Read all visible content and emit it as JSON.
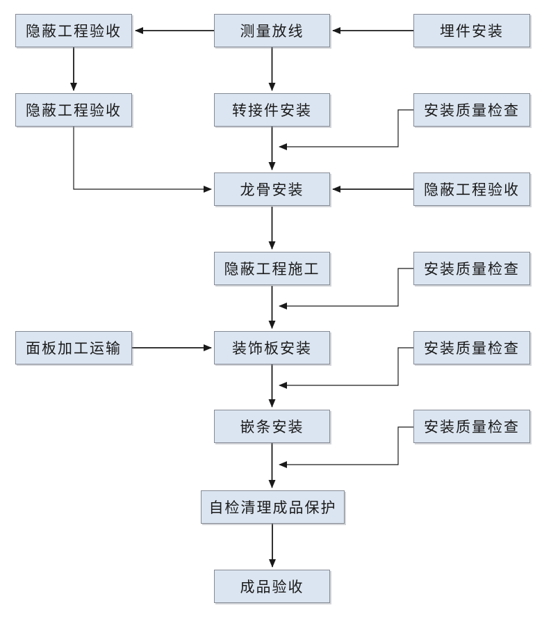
{
  "diagram": {
    "type": "flowchart",
    "title": "curtain-wall installation process flowchart",
    "colors": {
      "background": "#ffffff",
      "node_fill": "#dbe5f1",
      "node_border": "#848a94",
      "line": "#1a1a1a"
    },
    "nodes": [
      {
        "id": "hidden-work-acceptance-1",
        "label": "隐蔽工程验收"
      },
      {
        "id": "measure-layout",
        "label": "测量放线"
      },
      {
        "id": "embedded-parts-install",
        "label": "埋件安装"
      },
      {
        "id": "hidden-work-acceptance-2",
        "label": "隐蔽工程验收"
      },
      {
        "id": "adapter-install",
        "label": "转接件安装"
      },
      {
        "id": "install-quality-check-1",
        "label": "安装质量检查"
      },
      {
        "id": "keel-install",
        "label": "龙骨安装"
      },
      {
        "id": "hidden-work-acceptance-3",
        "label": "隐蔽工程验收"
      },
      {
        "id": "hidden-work-construction",
        "label": "隐蔽工程施工"
      },
      {
        "id": "install-quality-check-2",
        "label": "安装质量检查"
      },
      {
        "id": "panel-processing-transport",
        "label": "面板加工运输"
      },
      {
        "id": "decorative-panel-install",
        "label": "装饰板安装"
      },
      {
        "id": "install-quality-check-3",
        "label": "安装质量检查"
      },
      {
        "id": "trim-strip-install",
        "label": "嵌条安装"
      },
      {
        "id": "install-quality-check-4",
        "label": "安装质量检查"
      },
      {
        "id": "self-check-cleanup-protection",
        "label": "自检清理成品保护"
      },
      {
        "id": "finished-product-acceptance",
        "label": "成品验收"
      }
    ],
    "edges": [
      {
        "from": "measure-layout",
        "to": "hidden-work-acceptance-1"
      },
      {
        "from": "embedded-parts-install",
        "to": "measure-layout"
      },
      {
        "from": "hidden-work-acceptance-1",
        "to": "hidden-work-acceptance-2"
      },
      {
        "from": "measure-layout",
        "to": "adapter-install"
      },
      {
        "from": "adapter-install",
        "to": "keel-install"
      },
      {
        "from": "install-quality-check-1",
        "to": "keel-install"
      },
      {
        "from": "hidden-work-acceptance-2",
        "to": "keel-install"
      },
      {
        "from": "hidden-work-acceptance-3",
        "to": "keel-install"
      },
      {
        "from": "keel-install",
        "to": "hidden-work-construction"
      },
      {
        "from": "install-quality-check-2",
        "to": "decorative-panel-install"
      },
      {
        "from": "hidden-work-construction",
        "to": "decorative-panel-install"
      },
      {
        "from": "panel-processing-transport",
        "to": "decorative-panel-install"
      },
      {
        "from": "decorative-panel-install",
        "to": "trim-strip-install"
      },
      {
        "from": "install-quality-check-3",
        "to": "trim-strip-install"
      },
      {
        "from": "trim-strip-install",
        "to": "self-check-cleanup-protection"
      },
      {
        "from": "install-quality-check-4",
        "to": "self-check-cleanup-protection"
      },
      {
        "from": "self-check-cleanup-protection",
        "to": "finished-product-acceptance"
      }
    ]
  }
}
